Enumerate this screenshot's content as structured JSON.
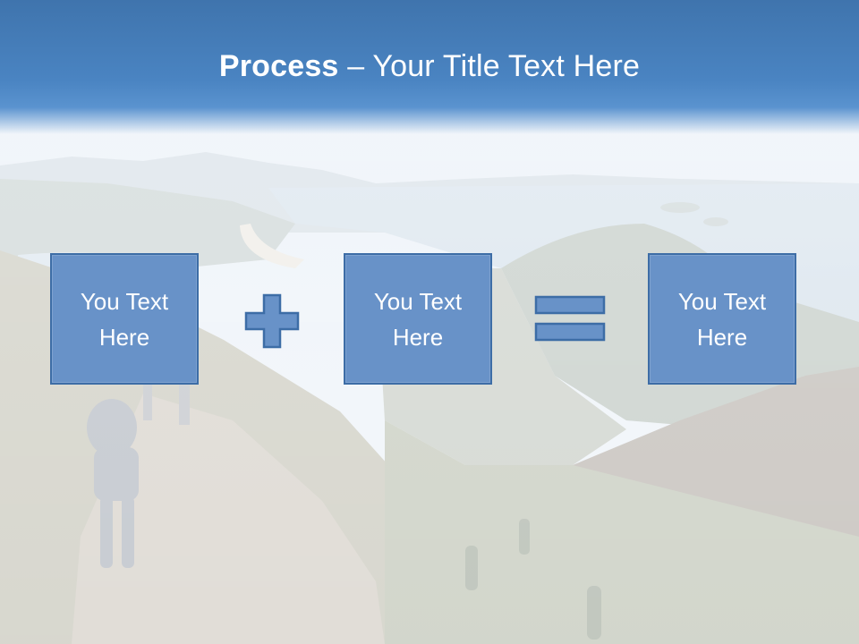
{
  "slide": {
    "title_bold": "Process",
    "title_rest": " – Your Title Text Here",
    "boxes": [
      {
        "text": "You Text\nHere"
      },
      {
        "text": "You Text\nHere"
      },
      {
        "text": "You Text\nHere"
      }
    ],
    "operators": [
      "plus",
      "equals"
    ]
  },
  "colors": {
    "title_band": "#4a84c2",
    "box_fill": "#6892c8",
    "box_border": "#3d6da6",
    "text": "#ffffff"
  },
  "background": {
    "description_icon": "mountain-coast-photo"
  }
}
